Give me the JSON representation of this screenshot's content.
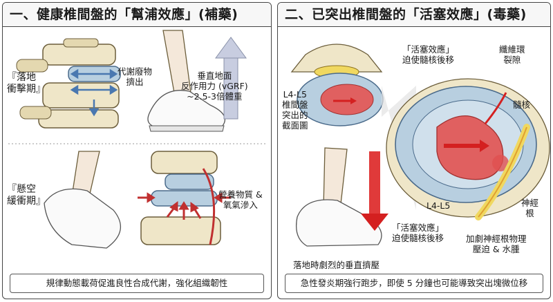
{
  "left_panel": {
    "title": "一、健康椎間盤的「幫浦效應」(補藥)",
    "landing_label": "『落地\n衝擊期』",
    "metabolism_label": "代謝廢物\n擠出",
    "grf_label": "垂直地面\n反作用力 (vGRF)\n~2.5-3倍體重",
    "swing_label": "『懸空\n緩衝期』",
    "nutrient_label": "營養物質 &\n氧氣滲入",
    "footer": "規律動態載荷促進良性合成代謝，強化組織韌性"
  },
  "right_panel": {
    "title": "二、已突出椎間盤的「活塞效應」(毒藥)",
    "piston_top_label": "「活塞效應」\n迫使髓核後移",
    "annulus_tear_label": "纖維環\n裂隙",
    "nucleus_label": "髓核",
    "section_label": "L4-L5\n椎間盤\n突出的\n截面圖",
    "level_label": "L4-L5",
    "nerve_root_label": "神經\n根",
    "piston_bottom_label": "「活塞效應」\n迫使髓核後移",
    "nerve_compression_label": "加劇神經根物理\n壓迫 & 水腫",
    "impact_label": "落地時劇烈的垂直擠壓",
    "footer": "急性發炎期強行跑步，即使 5 分鐘也可能導致突出塊微位移"
  },
  "colors": {
    "bone": "#efe6c8",
    "disc": "#b8cfe0",
    "nucleus": "#e06060",
    "arrow_red": "#d42020",
    "arrow_blue": "#4a78b0",
    "grf_arrow": "#c8cde0",
    "nerve": "#f0d860"
  }
}
